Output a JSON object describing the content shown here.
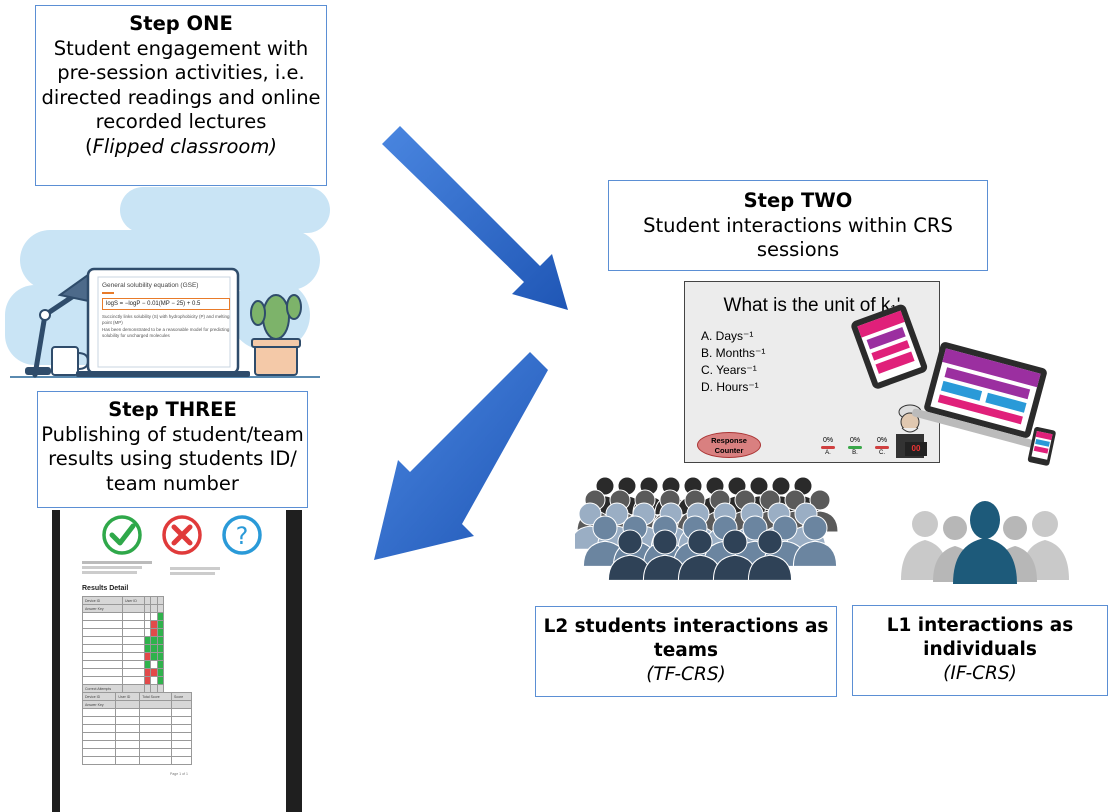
{
  "step_one": {
    "heading": "Step ONE",
    "line1": "Student engagement with",
    "line2": "pre-session activities, i.e.",
    "line3": "directed readings and online",
    "line4": "recorded lectures",
    "note_prefix": "(",
    "note_italic": "Flipped classroom)"
  },
  "step_two": {
    "heading": "Step TWO",
    "line1": "Student interactions within CRS",
    "line2": "sessions"
  },
  "step_three": {
    "heading": "Step THREE",
    "line1": "Publishing of student/team",
    "line2": "results using students ID/",
    "line3": "team number"
  },
  "l2_box": {
    "line1": "L2 students interactions as",
    "line2": "teams",
    "note": "(TF-CRS)"
  },
  "l1_box": {
    "line1": "L1 interactions as",
    "line2": "individuals",
    "note": "(IF-CRS)"
  },
  "laptop_screen": {
    "title": "General solubility equation (GSE)",
    "equation": "logS = −logP − 0.01(MP − 25) + 0.5",
    "bullet1": "Succinctly links solubility (S) with hydrophobicity (P) and melting point (MP)",
    "bullet2": "Has been demonstrated to be a reasonable model for predicting solubility for uncharged molecules"
  },
  "slide": {
    "question": "What is the unit of k₁'",
    "options": [
      "A. Days⁻¹",
      "B. Months⁻¹",
      "C. Years⁻¹",
      "D. Hours⁻¹"
    ],
    "response_counter_1": "Response",
    "response_counter_2": "Counter",
    "percents": [
      "0%",
      "0%",
      "0%"
    ],
    "percent_labels": [
      "A.",
      "B.",
      "C."
    ],
    "counter_value": "00"
  },
  "results_doc": {
    "section_title": "Results Detail",
    "col_device": "Device ID",
    "col_user": "User ID",
    "col_total": "Total Score",
    "col_pct": "Score",
    "answer_key": "Answer Key",
    "correct": "Correct Attempts",
    "footer": "Page 1 of 1"
  },
  "colors": {
    "arrow": "#2f6fd0",
    "box_border": "#5b8fd4",
    "check_green": "#2fa84a",
    "cross_red": "#e03a3a",
    "question_blue": "#2a9ad8"
  },
  "icons": [
    "check-icon",
    "cross-icon",
    "question-icon",
    "laptop-icon",
    "tablet-icon",
    "phone-icon",
    "desk-lamp-icon",
    "cactus-icon",
    "mug-icon",
    "crowd-icon",
    "person-silhouette-icon"
  ]
}
